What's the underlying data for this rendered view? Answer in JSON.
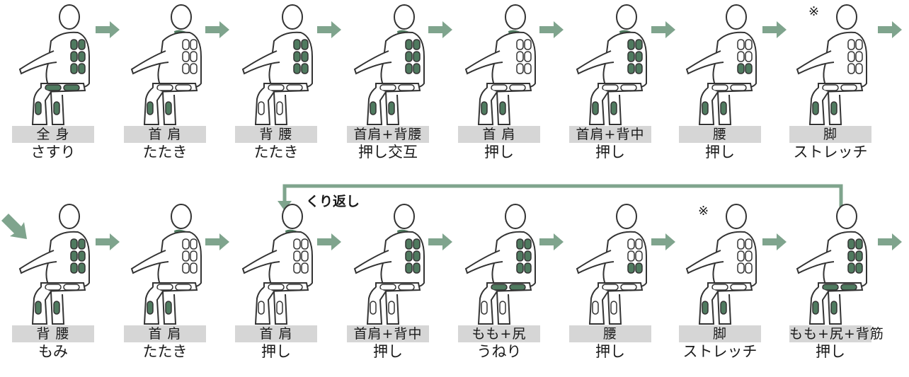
{
  "colors": {
    "accent_arrow": "#7fa48d",
    "seat_dark": "#4f7a5f",
    "label_bg": "#d6d6d6",
    "outline": "#333333"
  },
  "repeat_label": "くり返し",
  "note_mark": "※",
  "rows": [
    {
      "steps": [
        {
          "part": "全 身",
          "mode": "さすり",
          "active": [
            "back",
            "seat",
            "leg"
          ],
          "note": false
        },
        {
          "part": "首 肩",
          "mode": "たたき",
          "active": [
            "neck",
            "leg"
          ],
          "note": false
        },
        {
          "part": "背 腰",
          "mode": "たたき",
          "active": [
            "back"
          ],
          "note": false
        },
        {
          "part": "首肩+背腰",
          "mode": "押し交互",
          "active": [
            "neck",
            "back",
            "leg"
          ],
          "note": false
        },
        {
          "part": "首 肩",
          "mode": "押し",
          "active": [
            "neck",
            "leg"
          ],
          "note": false
        },
        {
          "part": "首肩+背中",
          "mode": "押し",
          "active": [
            "neck",
            "back",
            "leg"
          ],
          "note": false
        },
        {
          "part": "腰",
          "mode": "押し",
          "active": [
            "back-low",
            "leg"
          ],
          "note": false
        },
        {
          "part": "脚",
          "mode": "ストレッチ",
          "active": [
            "leg"
          ],
          "note": true
        }
      ]
    },
    {
      "steps": [
        {
          "part": "背 腰",
          "mode": "もみ",
          "active": [
            "back",
            "leg"
          ],
          "note": false
        },
        {
          "part": "首 肩",
          "mode": "たたき",
          "active": [
            "neck",
            "leg"
          ],
          "note": false
        },
        {
          "part": "首 肩",
          "mode": "押し",
          "active": [
            "neck"
          ],
          "note": false
        },
        {
          "part": "首肩+背中",
          "mode": "押し",
          "active": [
            "neck",
            "back"
          ],
          "note": false
        },
        {
          "part": "もも+尻",
          "mode": "うねり",
          "active": [
            "back",
            "seat"
          ],
          "note": false
        },
        {
          "part": "腰",
          "mode": "押し",
          "active": [
            "back-low"
          ],
          "note": false
        },
        {
          "part": "脚",
          "mode": "ストレッチ",
          "active": [
            "leg"
          ],
          "note": true
        },
        {
          "part": "もも+尻+背筋",
          "mode": "押し",
          "active": [
            "back",
            "seat",
            "leg"
          ],
          "note": false
        }
      ]
    }
  ]
}
